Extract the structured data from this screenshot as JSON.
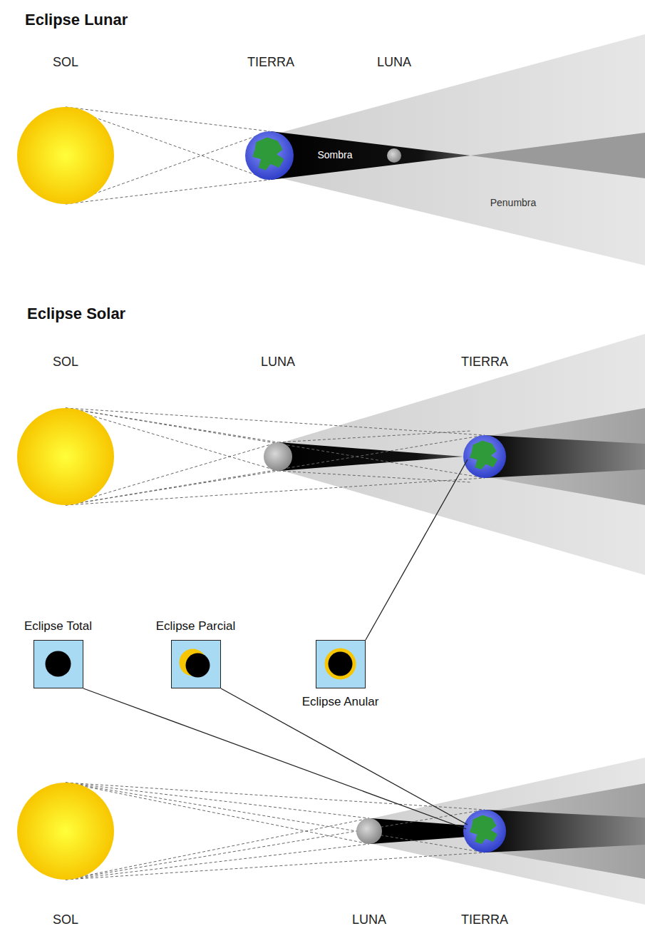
{
  "diagram": {
    "nodes": [
      {
        "text": [
          "Eclipse Total"
        ]
      },
      {
        "text": [
          "Eclipse Parcial"
        ]
      },
      {
        "text": [
          "Eclipse Anular"
        ]
      }
    ],
    "labels": [
      "Eclipse Lunar",
      "SOL",
      "TIERRA",
      "LUNA",
      "Sombra",
      "Penumbra",
      "Eclipse Solar",
      "SOL",
      "LUNA",
      "TIERRA",
      "SOL",
      "LUNA",
      "TIERRA"
    ]
  }
}
